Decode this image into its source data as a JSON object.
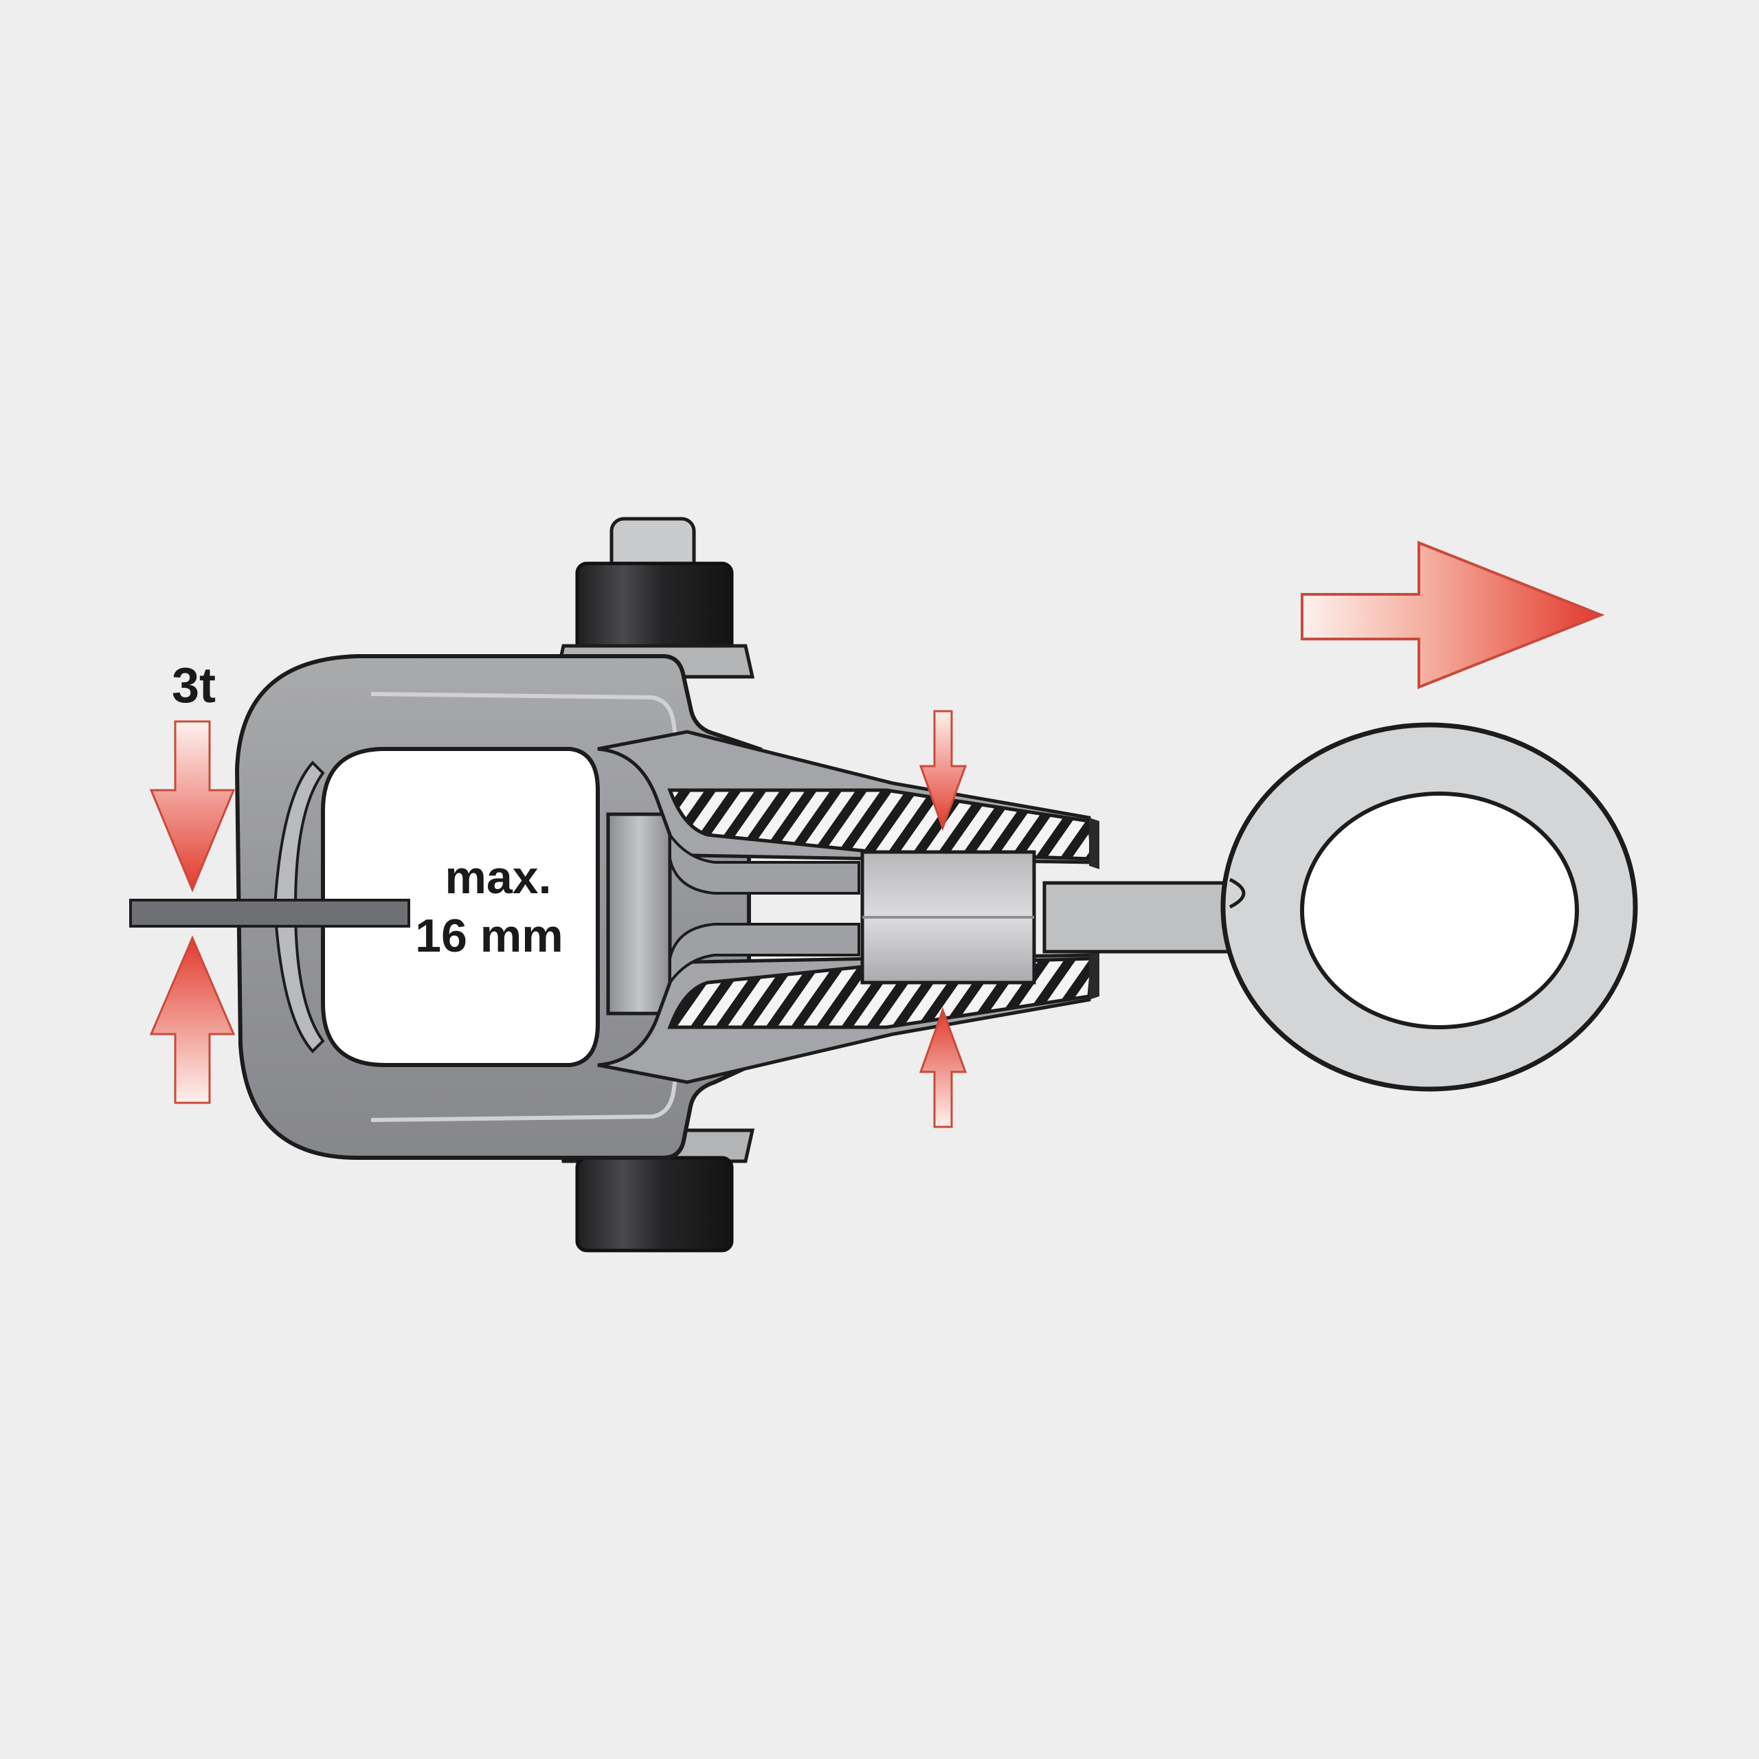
{
  "labels": {
    "force_rating": "3t",
    "max_line1": "max.",
    "max_line2": "16 mm"
  },
  "colors": {
    "background": "#eeeeee",
    "arrow_red": "#e8473a",
    "arrow_light": "#fbe8e4",
    "body_grey": "#9a9b9d",
    "body_dark": "#6f7073",
    "outline": "#1c1c1c",
    "ring": "#d4d5d7",
    "nut": "#2a2a2c"
  },
  "icons": {
    "pull_direction": "arrow-right-icon",
    "clamp_arrows": "arrow-down-icon",
    "release_arrows": "arrow-up-icon"
  }
}
